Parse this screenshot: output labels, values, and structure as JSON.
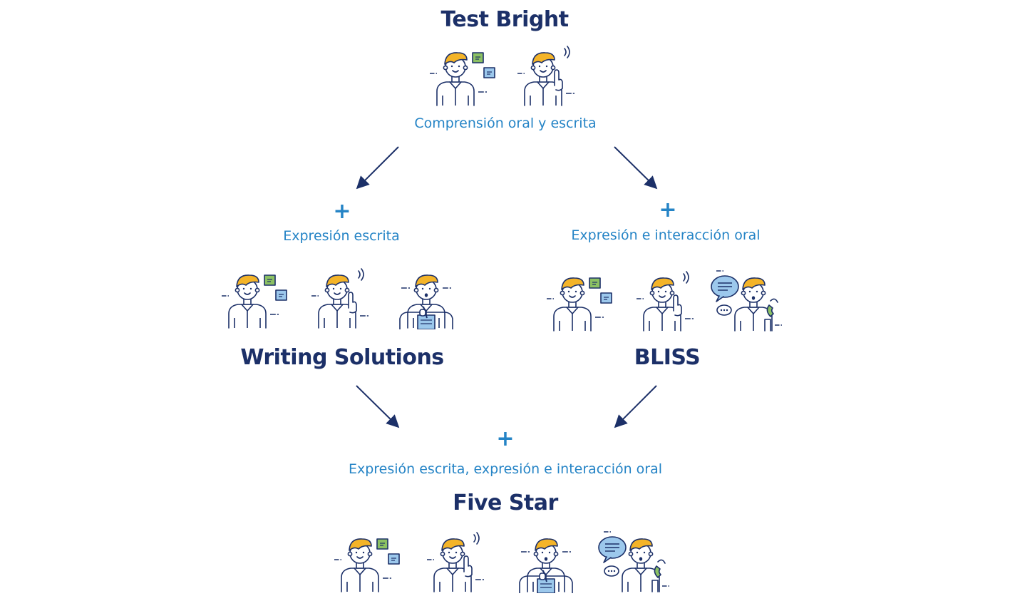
{
  "colors": {
    "navy": "#1c3068",
    "accent": "#2584c6",
    "hair": "#f4b428",
    "green": "#8cc163",
    "blue": "#9cc8ec"
  },
  "nodes": {
    "test_bright": {
      "title": "Test Bright",
      "skill": "Comprensión oral y escrita",
      "icons": [
        "reading-person-icon",
        "listening-person-icon"
      ]
    },
    "writing_solutions": {
      "plus": "+",
      "skill": "Expresión escrita",
      "title": "Writing Solutions",
      "icons": [
        "reading-person-icon",
        "listening-person-icon",
        "writing-person-icon"
      ]
    },
    "bliss": {
      "plus": "+",
      "skill": "Expresión e interacción oral",
      "title": "BLISS",
      "icons": [
        "reading-person-icon",
        "listening-person-icon",
        "speaking-person-icon"
      ]
    },
    "five_star": {
      "plus": "+",
      "skill": "Expresión escrita, expresión e interacción oral",
      "title": "Five Star",
      "icons": [
        "reading-person-icon",
        "listening-person-icon",
        "writing-person-icon",
        "speaking-person-icon"
      ]
    }
  }
}
